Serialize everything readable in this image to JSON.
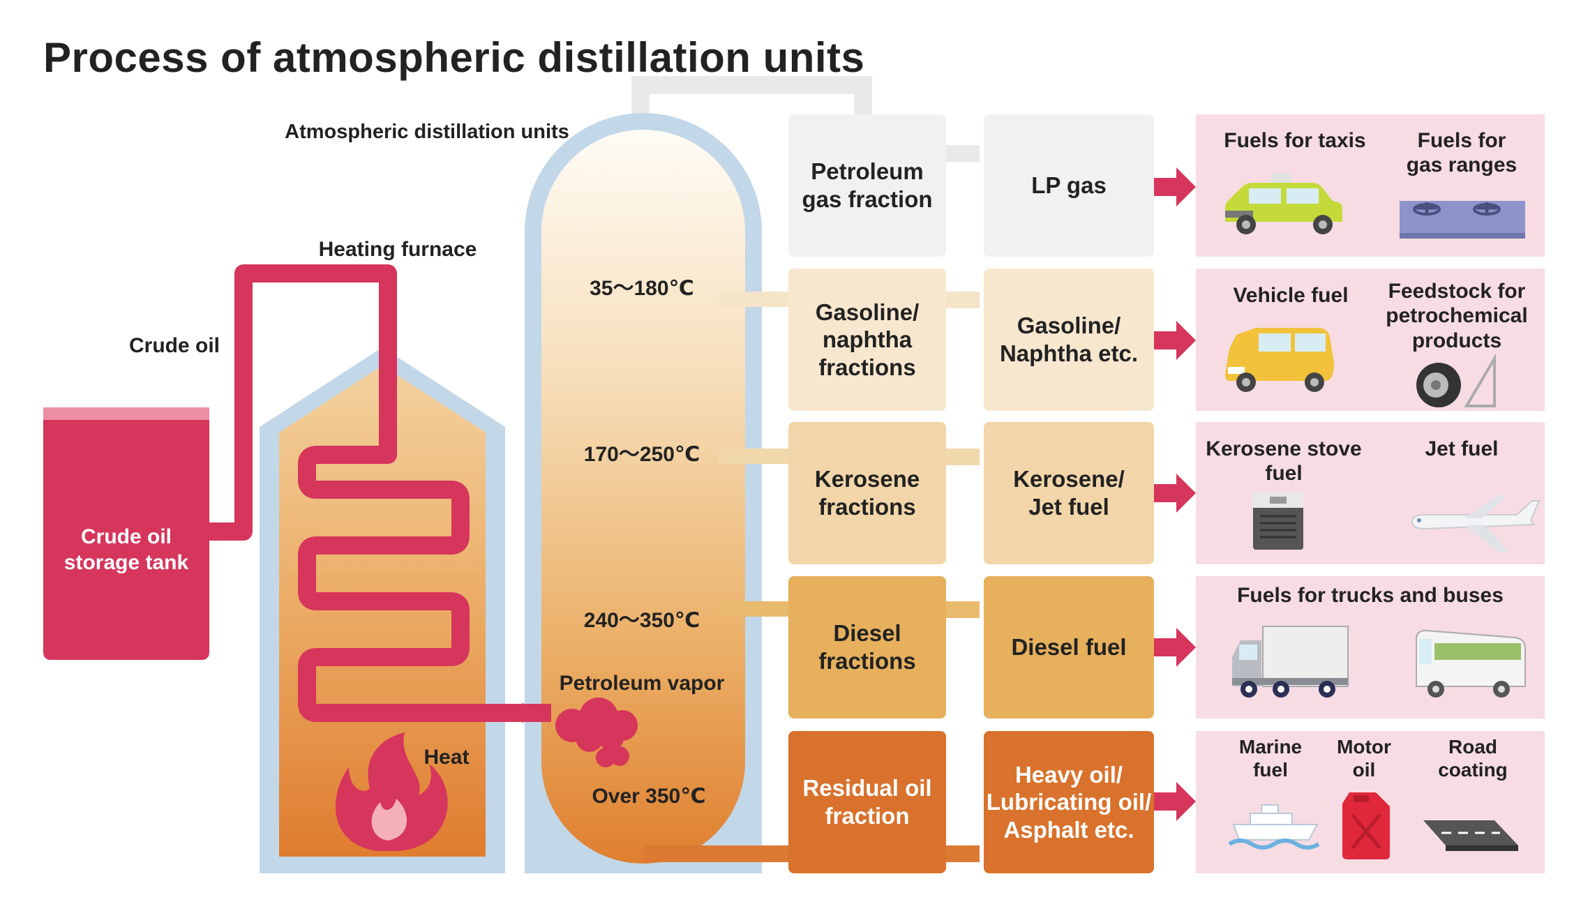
{
  "title": "Process of atmospheric distillation units",
  "labels": {
    "crude_oil": "Crude oil",
    "storage_tank": "Crude oil\nstorage tank",
    "heating_furnace": "Heating furnace",
    "heat": "Heat",
    "distillation_units": "Atmospheric distillation units",
    "petroleum_vapor": "Petroleum vapor"
  },
  "temperatures": [
    "35～180℃",
    "170～250℃",
    "240～350℃",
    "Over 350℃"
  ],
  "fractions": [
    {
      "label": "Petroleum\ngas fraction",
      "color": "#f1f1f1",
      "text_color": "#222222"
    },
    {
      "label": "Gasoline/\nnaphtha\nfractions",
      "color": "#f8e7cf",
      "text_color": "#222222"
    },
    {
      "label": "Kerosene\nfractions",
      "color": "#f2d6a9",
      "text_color": "#222222"
    },
    {
      "label": "Diesel\nfractions",
      "color": "#e6b05d",
      "text_color": "#222222"
    },
    {
      "label": "Residual oil\nfraction",
      "color": "#d9722c",
      "text_color": "#ffffff"
    }
  ],
  "products": [
    {
      "label": "LP gas",
      "color": "#f1f1f1",
      "text_color": "#222222"
    },
    {
      "label": "Gasoline/\nNaphtha etc.",
      "color": "#f8e7cf",
      "text_color": "#222222"
    },
    {
      "label": "Kerosene/\nJet fuel",
      "color": "#f2d6a9",
      "text_color": "#222222"
    },
    {
      "label": "Diesel fuel",
      "color": "#e6b05d",
      "text_color": "#222222"
    },
    {
      "label": "Heavy oil/\nLubricating oil/\nAsphalt etc.",
      "color": "#d9722c",
      "text_color": "#ffffff"
    }
  ],
  "uses": [
    {
      "items": [
        "Fuels for taxis",
        "Fuels for\ngas ranges"
      ],
      "icons": [
        "taxi-icon",
        "gas-range-icon"
      ]
    },
    {
      "items": [
        "Vehicle fuel",
        "Feedstock for\npetrochemical\nproducts"
      ],
      "icons": [
        "car-icon",
        "tire-icon"
      ]
    },
    {
      "items": [
        "Kerosene stove\nfuel",
        "Jet fuel"
      ],
      "icons": [
        "kerosene-stove-icon",
        "airplane-icon"
      ]
    },
    {
      "items": [
        "Fuels for trucks and buses"
      ],
      "icons": [
        "truck-icon",
        "bus-icon"
      ]
    },
    {
      "items": [
        "Marine\nfuel",
        "Motor\noil",
        "Road\ncoating"
      ],
      "icons": [
        "ship-icon",
        "fuel-can-icon",
        "road-icon"
      ]
    }
  ],
  "colors": {
    "crimson": "#d6355c",
    "tower_shell": "#c2d7e8",
    "panel_bg": "#f7dce3",
    "pipe_gray": "#e9e9e9"
  }
}
